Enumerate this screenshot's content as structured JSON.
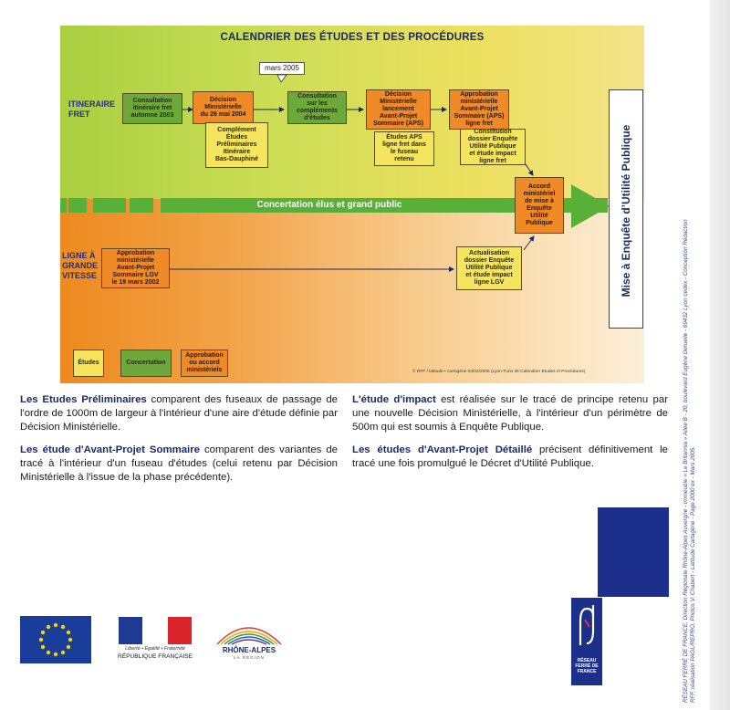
{
  "diagram": {
    "title": "CALENDRIER DES ÉTUDES ET DES PROCÉDURES",
    "row_labels": {
      "fret": "ITINERAIRE\nFRET",
      "lgv": "LIGNE À\nGRANDE\nVITESSE"
    },
    "callout": "mars 2005",
    "band_label": "Concertation élus et grand public",
    "vertical_label": "Mise à Enquête d’Utilité Publique",
    "boxes": {
      "b1": "Consultation\nitinéraire fret\nautomne 2003",
      "b2": "Décision\nMinistérielle\ndu 26 mai 2004",
      "b3": "Complément\nÉtudes\nPréliminaires\nItinéraire\nBas-Dauphiné",
      "b4": "Consultation\nsur les\ncompléments\nd'études",
      "b5": "Décision\nMinistérielle\nlancement\nAvant-Projet\nSommaire (APS)",
      "b6": "Études APS\nligne fret dans\nle fuseau\nretenu",
      "b7": "Approbation\nministérielle\nAvant-Projet\nSommaire (APS)\nligne fret",
      "b8": "Constitution\ndossier Enquête\nUtilité Publique\net étude impact\nligne fret",
      "b9": "Accord\nministériel\nde mise à\nEnquête\nUtilité\nPublique",
      "b10": "Approbation\nministérielle\nAvant-Projet\nSommaire LGV\nle 19 mars 2002",
      "b11": "Actualisation\ndossier Enquête\nUtilité Publique\net étude impact\nligne LGV"
    },
    "legend": {
      "etudes": "Études",
      "concertation": "Concertation",
      "approbation": "Approbation\nou accord\nministériels"
    },
    "credit": "© RFF / latitude • cartogène 03/02/2005 (Lyon-Turin 36 Calendrier Etudes et Procédures)"
  },
  "text": {
    "p1_bold": "Les Etudes Préliminaires",
    "p1_rest": " comparent des fuseaux de passage de l'ordre de 1000m de largeur à l'intérieur d'une aire d'étude définie par Décision Ministérielle.",
    "p2_bold": "Les étude d'Avant-Projet Sommaire",
    "p2_rest": " comparent des variantes de tracé à l'intérieur d'un fuseau d'études (celui retenu par Décision Ministérielle à l'issue de la phase précédente).",
    "p3_bold": "L'étude d'impact",
    "p3_rest": " est réalisée sur le tracé de principe retenu par une nouvelle Décision Ministérielle, à l'intérieur d'un périmètre de 500m qui est soumis à Enquête Publique.",
    "p4_bold": "Les études d'Avant-Projet Détaillé",
    "p4_rest": " précisent définitivement le tracé une fois promulgué le Décret d'Utilité Publique."
  },
  "footer": {
    "rf_motto": "Liberté • Égalité • Fraternité",
    "rf_name": "RÉPUBLIQUE FRANÇAISE",
    "region_name": "RHÔNE-ALPES",
    "region_sub": "LA RÉGION",
    "rff_name": "RÉSEAU\nFERRÉ DE\nFRANCE",
    "side_text": "RÉSEAU FERRÉ DE FRANCE, Direction Régionale Rhône-Alpes Auvergne - Immeuble « Le Britannia » Allée B - 20, boulevard Eugène Deruelle - 69432 Lyon cedex - Conception Rédaction RFF, réalisation PAGL/REPRO, Photos V. Chabert - Latitude Cartagène - Page 2000 ex - Mars 2005."
  },
  "colors": {
    "green": "#6da83a",
    "orange": "#ef8a26",
    "yellow": "#f5e45d",
    "arrow_green": "#58b039",
    "navy": "#1c2f8a",
    "eu_blue": "#1a3d9b",
    "star_yellow": "#f5d800"
  }
}
